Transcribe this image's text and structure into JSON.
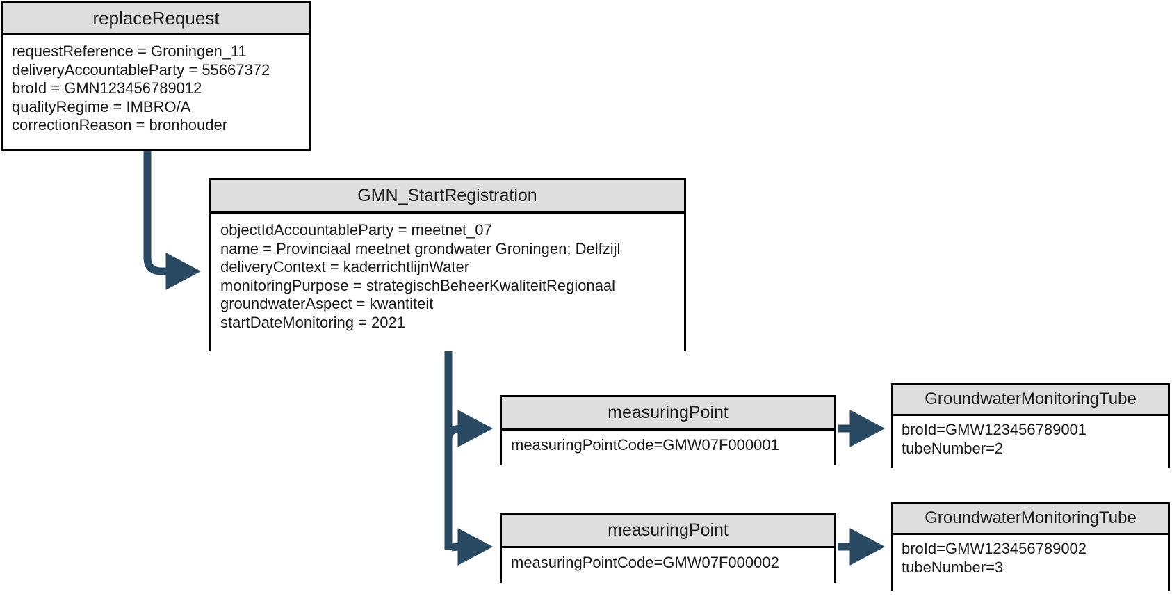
{
  "diagram": {
    "title": "replaceRequest GMN object diagram",
    "accent_color": "#2a4a63",
    "box_header_fill": "#dedede",
    "box_border_color": "#000000",
    "background": "#ffffff"
  },
  "boxes": {
    "replace_request": {
      "title": "replaceRequest",
      "attributes": [
        "requestReference = Groningen_11",
        "deliveryAccountableParty = 55667372",
        "broId = GMN123456789012",
        "qualityRegime = IMBRO/A",
        "correctionReason = bronhouder"
      ]
    },
    "gmn_start_registration": {
      "title": "GMN_StartRegistration",
      "attributes": [
        "objectIdAccountableParty = meetnet_07",
        "name = Provinciaal meetnet grondwater Groningen; Delfzijl",
        "deliveryContext = kaderrichtlijnWater",
        "monitoringPurpose = strategischBeheerKwaliteitRegionaal",
        "groundwaterAspect = kwantiteit",
        "startDateMonitoring = 2021"
      ]
    },
    "measuring_point_1": {
      "title": "measuringPoint",
      "attributes": [
        "measuringPointCode=GMW07F000001"
      ]
    },
    "measuring_point_2": {
      "title": "measuringPoint",
      "attributes": [
        "measuringPointCode=GMW07F000002"
      ]
    },
    "tube_1": {
      "title": "GroundwaterMonitoringTube",
      "attributes": [
        "broId=GMW123456789001",
        "tubeNumber=2"
      ]
    },
    "tube_2": {
      "title": "GroundwaterMonitoringTube",
      "attributes": [
        "broId=GMW123456789002",
        "tubeNumber=3"
      ]
    }
  },
  "connectors": [
    {
      "name": "replace-request-to-gmn",
      "from": "replace_request",
      "to": "gmn_start_registration",
      "style": "elbow-arrow"
    },
    {
      "name": "gmn-to-measuring-point-1",
      "from": "gmn_start_registration",
      "to": "measuring_point_1",
      "style": "elbow-arrow"
    },
    {
      "name": "gmn-to-measuring-point-2",
      "from": "gmn_start_registration",
      "to": "measuring_point_2",
      "style": "elbow-arrow"
    },
    {
      "name": "measuring-point-1-to-tube-1",
      "from": "measuring_point_1",
      "to": "tube_1",
      "style": "straight-arrow"
    },
    {
      "name": "measuring-point-2-to-tube-2",
      "from": "measuring_point_2",
      "to": "tube_2",
      "style": "straight-arrow"
    }
  ]
}
